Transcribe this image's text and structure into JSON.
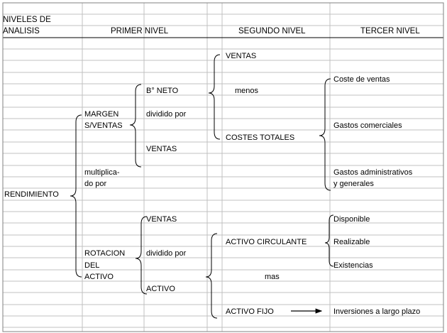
{
  "header": {
    "levels_line1": "NIVELES DE",
    "levels_line2": "ANALISIS",
    "first": "PRIMER NIVEL",
    "second": "SEGUNDO NIVEL",
    "third": "TERCER NIVEL"
  },
  "root": {
    "label": "RENDIMIENTO",
    "multiply_line1": "multiplica-",
    "multiply_line2": "do por"
  },
  "margin": {
    "line1": "MARGEN",
    "line2": "S/VENTAS",
    "net_profit": "B° NETO",
    "divided_by": "dividido por",
    "sales": "VENTAS"
  },
  "margin_detail": {
    "sales": "VENTAS",
    "minus": "menos",
    "total_costs": "COSTES TOTALES"
  },
  "costs_detail": {
    "cost_of_sales": "Coste de ventas",
    "commercial": "Gastos comerciales",
    "admin_line1": "Gastos administrativos",
    "admin_line2": "y generales"
  },
  "rotation": {
    "line1": "ROTACION",
    "line2": "DEL",
    "line3": "ACTIVO",
    "sales": "VENTAS",
    "divided_by": "dividido por",
    "assets": "ACTIVO"
  },
  "assets_detail": {
    "current_assets": "ACTIVO CIRCULANTE",
    "plus": "mas",
    "fixed_assets": "ACTIVO FIJO"
  },
  "current_detail": {
    "available": "Disponible",
    "realizable": "Realizable",
    "stock": "Existencias"
  },
  "fixed_detail": {
    "long_term": "Inversiones a largo plazo"
  },
  "colors": {
    "grid": "#c0c0c0",
    "header_rule": "#000000",
    "text": "#000000"
  }
}
